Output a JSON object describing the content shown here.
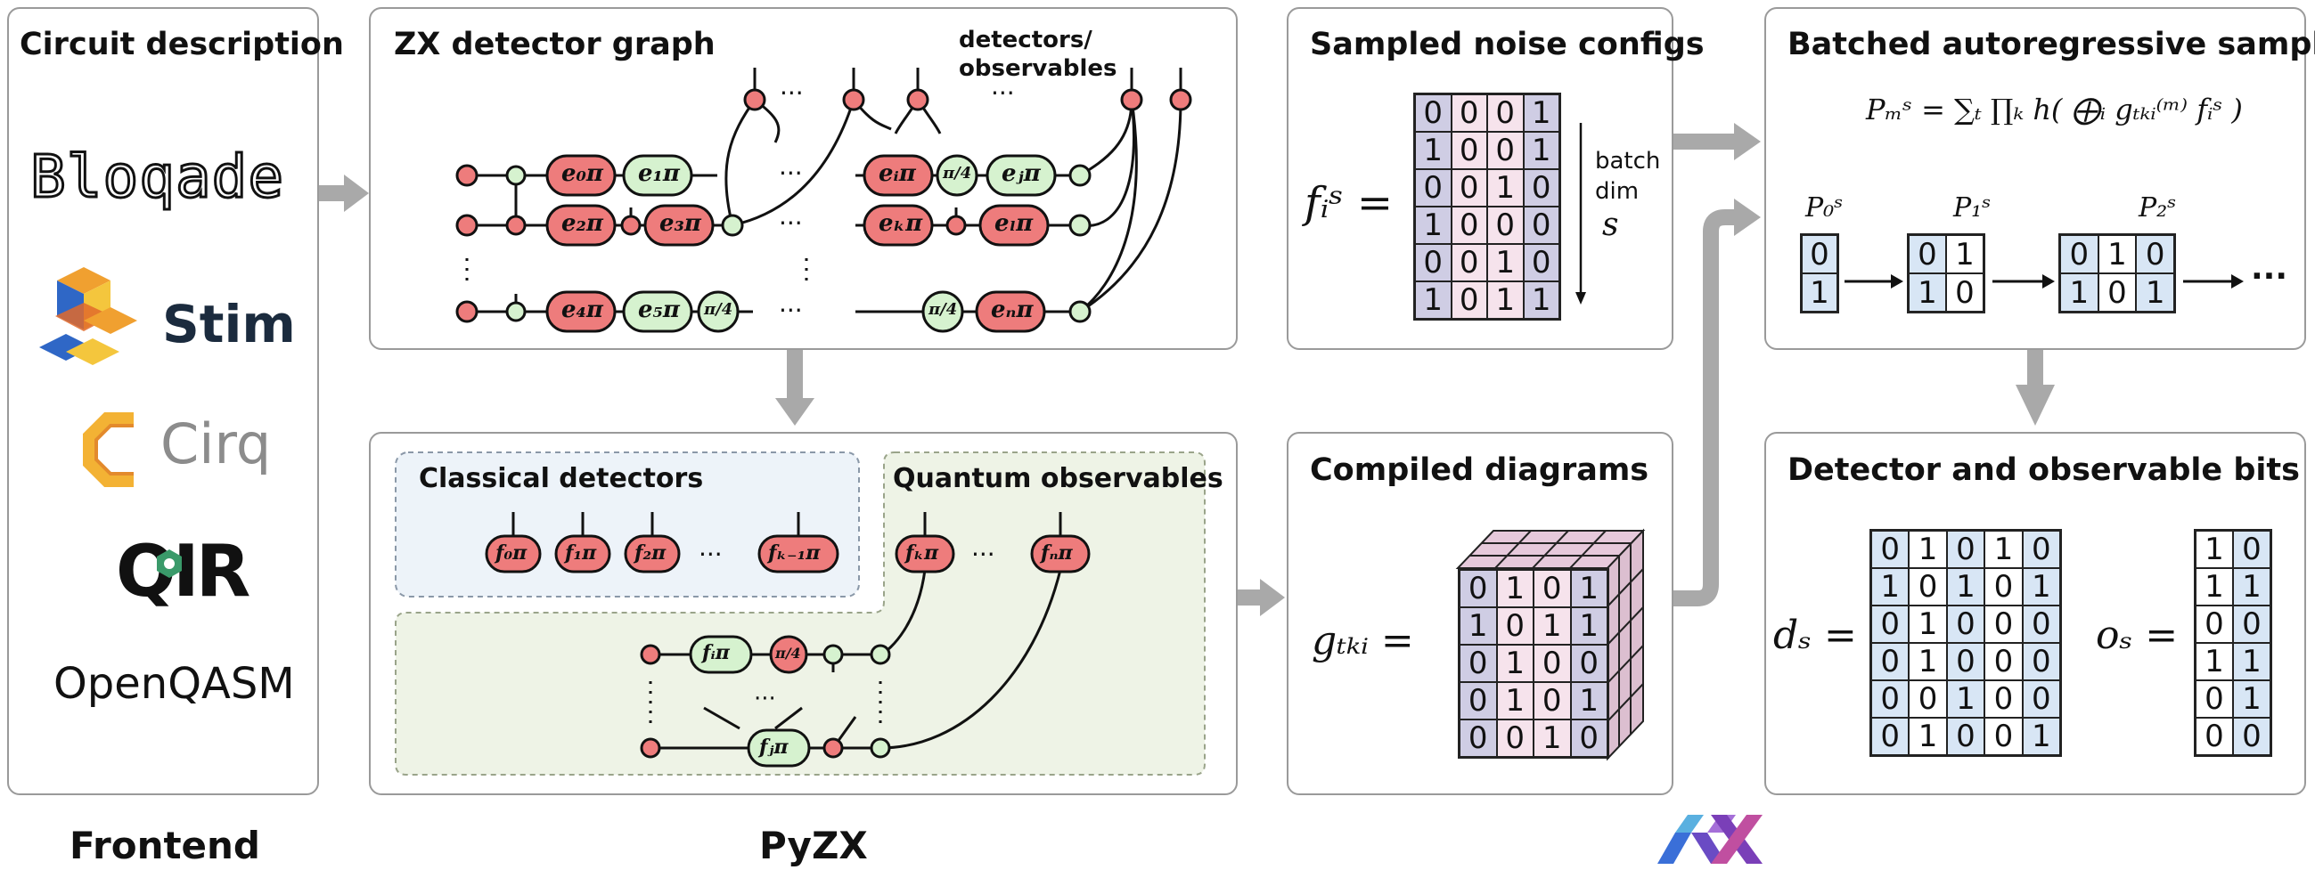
{
  "frontend": {
    "title": "Circuit description",
    "bottom_label": "Frontend",
    "items": [
      "Bloqade",
      "Stim",
      "Cirq",
      "QIR",
      "OpenQASM"
    ]
  },
  "pyzx": {
    "bottom_label": "PyZX",
    "zx_graph": {
      "title": "ZX detector graph",
      "annotation_line1": "detectors/",
      "annotation_line2": "observables",
      "nodes_row1": [
        "e₀π",
        "e₁π",
        "eᵢπ",
        "π/4",
        "eⱼπ"
      ],
      "nodes_row2": [
        "e₂π",
        "e₃π",
        "eₖπ",
        "eₗπ"
      ],
      "nodes_row3": [
        "e₄π",
        "e₅π",
        "π/4",
        "π/4",
        "eₙπ"
      ]
    },
    "classical": {
      "title": "Classical detectors",
      "nodes": [
        "f₀π",
        "f₁π",
        "f₂π",
        "fₖ₋₁π"
      ]
    },
    "quantum": {
      "title": "Quantum observables",
      "nodes": [
        "fₖπ",
        "fₙπ"
      ],
      "inner_nodes": [
        "fᵢπ",
        "π/4",
        "fⱼπ"
      ]
    },
    "ellipsis": "···"
  },
  "noise": {
    "title": "Sampled noise configs",
    "symbol": "fᵢˢ =",
    "matrix": [
      [
        0,
        0,
        0,
        1
      ],
      [
        1,
        0,
        0,
        1
      ],
      [
        0,
        0,
        1,
        0
      ],
      [
        1,
        0,
        0,
        0
      ],
      [
        0,
        0,
        1,
        0
      ],
      [
        1,
        0,
        1,
        1
      ]
    ],
    "side_label_line1": "batch",
    "side_label_line2": "dim",
    "side_symbol": "s"
  },
  "compiled": {
    "title": "Compiled diagrams",
    "symbol": "gₜₖᵢ =",
    "matrix": [
      [
        0,
        1,
        0,
        1
      ],
      [
        1,
        0,
        1,
        1
      ],
      [
        0,
        1,
        0,
        0
      ],
      [
        0,
        1,
        0,
        1
      ],
      [
        0,
        0,
        1,
        0
      ]
    ]
  },
  "sampler": {
    "title": "Batched autoregressive sampler",
    "formula": "Pₘˢ = ∑ₜ ∏ₖ h( ⨁ᵢ gₜₖᵢ⁽ᵐ⁾ fᵢˢ )",
    "stages": [
      {
        "label": "P₀ˢ",
        "rows": [
          [
            0
          ],
          [
            1
          ]
        ]
      },
      {
        "label": "P₁ˢ",
        "rows": [
          [
            0,
            1
          ],
          [
            1,
            0
          ]
        ]
      },
      {
        "label": "P₂ˢ",
        "rows": [
          [
            0,
            1,
            0
          ],
          [
            1,
            0,
            1
          ]
        ]
      }
    ],
    "trail": "···"
  },
  "bits": {
    "title": "Detector and observable bits",
    "d_symbol": "dₛ =",
    "o_symbol": "oₛ =",
    "d_matrix": [
      [
        0,
        1,
        0,
        1,
        0
      ],
      [
        1,
        0,
        1,
        0,
        1
      ],
      [
        0,
        1,
        0,
        0,
        0
      ],
      [
        0,
        1,
        0,
        0,
        0
      ],
      [
        0,
        0,
        1,
        0,
        0
      ],
      [
        0,
        1,
        0,
        0,
        1
      ]
    ],
    "o_matrix": [
      [
        1,
        0
      ],
      [
        1,
        1
      ],
      [
        0,
        0
      ],
      [
        1,
        1
      ],
      [
        0,
        1
      ],
      [
        0,
        0
      ]
    ]
  },
  "colors": {
    "panel_border": "#9a9a9a",
    "arrow": "#a9a9a9",
    "z_spider": "#ee7c7c",
    "x_spider": "#d6f2cf",
    "blue_cell": "#d8e6f5",
    "purple_cell": "#cfcde4",
    "pink_cell": "#f6e3ec",
    "classical_bg": "#edf3f9",
    "quantum_bg": "#eef3e6"
  }
}
